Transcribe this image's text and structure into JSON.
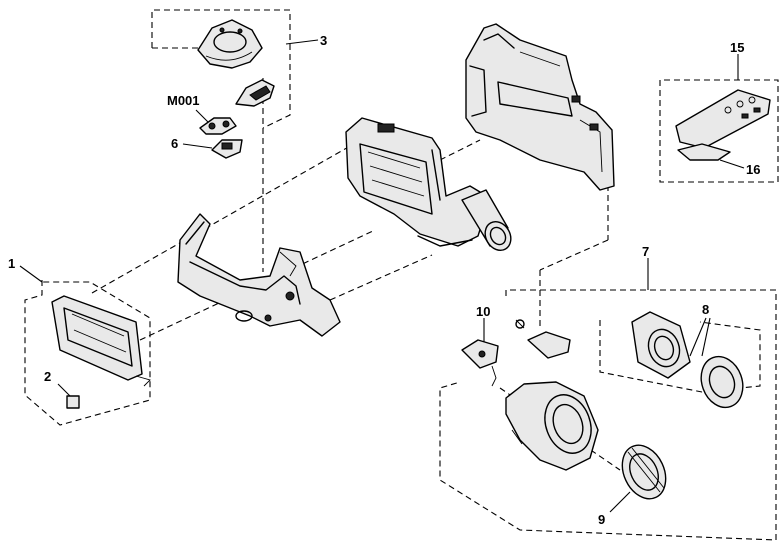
{
  "diagram": {
    "callouts": {
      "c1": "1",
      "c2": "2",
      "c3": "3",
      "m001": "M001",
      "c6": "6",
      "c7": "7",
      "c8": "8",
      "c9": "9",
      "c10": "10",
      "c15": "15",
      "c16": "16"
    }
  }
}
